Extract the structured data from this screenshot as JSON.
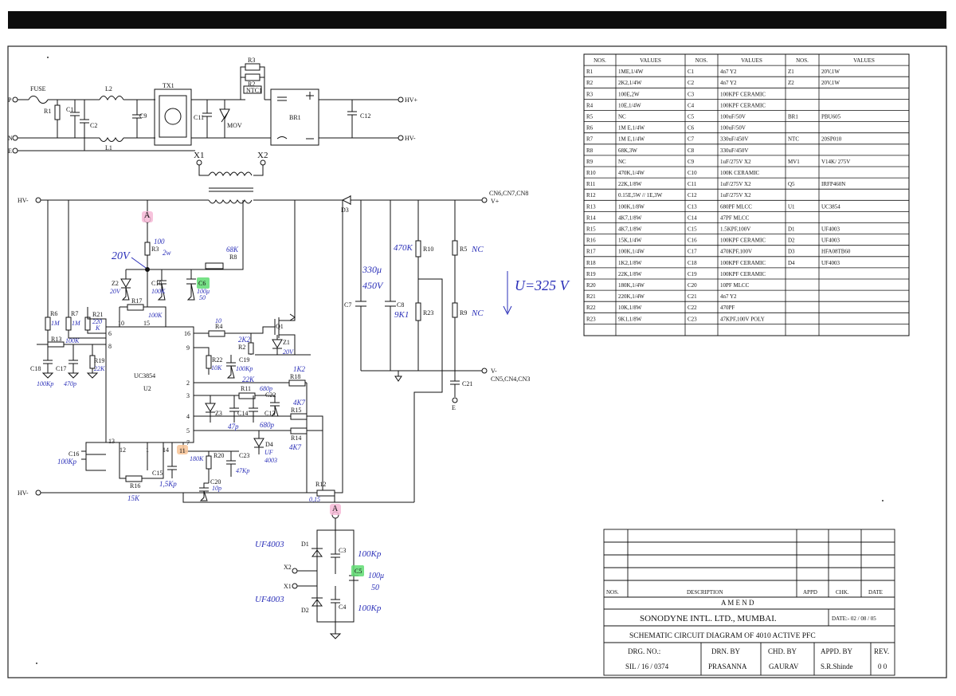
{
  "schematic": {
    "input_labels": {
      "p": "P",
      "n": "N",
      "e": "E"
    },
    "fuse": "FUSE",
    "parts": {
      "r1": "R1",
      "c1": "C1",
      "c2": "C2",
      "l2": "L2",
      "l1": "L1",
      "c9": "C9",
      "tx1": "TX1",
      "c11": "C11",
      "r3": "R3",
      "r2": "R2",
      "ntc1": "NTC1",
      "mov": "MOV",
      "br1": "BR1",
      "c12": "C12",
      "x1": "X1",
      "x2": "X2",
      "d3": "D3",
      "r10": "R10",
      "r5": "R5",
      "r9": "R9",
      "r23": "R23",
      "c7": "C7",
      "c8": "C8",
      "c21": "C21",
      "r6": "R6",
      "r7": "R7",
      "r21": "R21",
      "r13": "R13",
      "c18": "C18",
      "c17": "C17",
      "r19": "R19",
      "r17": "R17",
      "c10": "C10",
      "c6": "C6",
      "z2": "Z2",
      "r8": "R8",
      "r4": "R4",
      "q1": "Q1",
      "z1": "Z1",
      "r22": "R22",
      "c19": "C19",
      "r18": "R18",
      "r11": "R11",
      "c22": "C22",
      "z3": "Z3",
      "c14": "C14",
      "c13": "C13",
      "r15": "R15",
      "r14": "R14",
      "d4": "D4",
      "r20": "R20",
      "c23": "C23",
      "c20": "C20",
      "c16": "C16",
      "r16": "R16",
      "c15": "C15",
      "r12": "R12",
      "d1": "D1",
      "d2": "D2",
      "c3": "C3",
      "c4": "C4",
      "c5": "C5",
      "x2b": "X2",
      "x1b": "X1"
    },
    "ic_name": "UC3854",
    "ic_ref": "U2",
    "ic_pins": [
      "10",
      "15",
      "16",
      "6",
      "8",
      "9",
      "2",
      "3",
      "4",
      "5",
      "7",
      "13",
      "12",
      "1",
      "14",
      "11"
    ],
    "rails": {
      "hv_pos_out": "HV+",
      "hv_neg_out": "HV-",
      "hv_in_left": "HV-",
      "hv_in_bottom": "HV-",
      "v_pos": "V+",
      "v_pos_conn": "CN6,CN7,CN8",
      "v_neg": "V-",
      "v_neg_conn": "CN5,CN4,CN3",
      "e_bottom": "E"
    },
    "node_a": "A",
    "handwritten": {
      "v20": "20V",
      "r3_val": "100",
      "r3_w": "2w",
      "r8_val": "68K",
      "z2_val": "20V",
      "c10_val": "100K",
      "c6_val": "100μ",
      "c6_v": "50",
      "r6_val": "1M",
      "r7_val": "1M",
      "r21_val": "220",
      "r21_val2": "K",
      "r13_val": "100K",
      "c18_val": "100Kp",
      "c17_val": "470p",
      "r19_val": "22K",
      "r17_val": "100K",
      "r4_val": "10",
      "r2_val": "2K2",
      "z1_val": "20V",
      "r22_val": "10K",
      "c19_val": "100Kp",
      "r18_val": "1K2",
      "r11_val": "22K",
      "c22_val": "680p",
      "c22_val2": "4K7",
      "c14_val": "47p",
      "c13_val": "680p",
      "r14_val": "4K7",
      "d4_val": "UF",
      "d4_val2": "4003",
      "r20_val": "180K",
      "c23_val": "47Kp",
      "c20_val": "10p",
      "c16_val": "100Kp",
      "r16_val": "15K",
      "c15_val": "1,5Kp",
      "r12_val": "0,15",
      "c7_val": "330μ",
      "c7_v": "450V",
      "r10_val": "470K",
      "r5_val": "NC",
      "r9_val": "NC",
      "c8_val": "9K1",
      "voltage_note": "U=325 V",
      "d1_val": "UF4003",
      "d2_val": "UF4003",
      "c3_val": "100Kp",
      "c5_val": "100μ",
      "c5_v": "50",
      "c4_val": "100Kp"
    }
  },
  "bom": {
    "headers": [
      "NOS.",
      "VALUES",
      "NOS.",
      "VALUES",
      "NOS.",
      "VALUES"
    ],
    "rows": [
      [
        "R1",
        "1ME,1/4W",
        "C1",
        "4n7 Y2",
        "Z1",
        "20V,1W"
      ],
      [
        "R2",
        "2K2,1/4W",
        "C2",
        "4n7 Y2",
        "Z2",
        "20V,1W"
      ],
      [
        "R3",
        "100E,2W",
        "C3",
        "100KPF CERAMIC",
        "",
        ""
      ],
      [
        "R4",
        "10E,1/4W",
        "C4",
        "100KPF CERAMIC",
        "",
        ""
      ],
      [
        "R5",
        "NC",
        "C5",
        "100uF/50V",
        "BR1",
        "PBU605"
      ],
      [
        "R6",
        "1M E,1/4W",
        "C6",
        "100uF/50V",
        "",
        ""
      ],
      [
        "R7",
        "1M E,1/4W",
        "C7",
        "330uF/450V",
        "NTC",
        "20SP010"
      ],
      [
        "R8",
        "68K,3W",
        "C8",
        "330uF/450V",
        "",
        ""
      ],
      [
        "R9",
        "NC",
        "C9",
        "1uF/275V X2",
        "MV1",
        "V14K/ 275V"
      ],
      [
        "R10",
        "470K,1/4W",
        "C10",
        "100K CERAMIC",
        "",
        ""
      ],
      [
        "R11",
        "22K,1/8W",
        "C11",
        "1uF/275V X2",
        "Q5",
        "IRFP460N"
      ],
      [
        "R12",
        "0.15E,5W // 1E,3W",
        "C12",
        "1uF/275V X2",
        "",
        ""
      ],
      [
        "R13",
        "100K,1/8W",
        "C13",
        "680PF MLCC",
        "U1",
        "UC3854"
      ],
      [
        "R14",
        "4K7,1/8W",
        "C14",
        "47PF MLCC",
        "",
        ""
      ],
      [
        "R15",
        "4K7,1/8W",
        "C15",
        "1.5KPF,100V",
        "D1",
        "UF4003"
      ],
      [
        "R16",
        "15K,1/4W",
        "C16",
        "100KPF CERAMIC",
        "D2",
        "UF4003"
      ],
      [
        "R17",
        "100K,1/4W",
        "C17",
        "470KPF,100V",
        "D3",
        "HFA08TB60"
      ],
      [
        "R18",
        "1K2,1/8W",
        "C18",
        "100KPF CERAMIC",
        "D4",
        "UF4003"
      ],
      [
        "R19",
        "22K,1/8W",
        "C19",
        "100KPF CERAMIC",
        "",
        ""
      ],
      [
        "R20",
        "180K,1/4W",
        "C20",
        "10PF MLCC",
        "",
        ""
      ],
      [
        "R21",
        "220K,1/4W",
        "C21",
        "4n7 Y2",
        "",
        ""
      ],
      [
        "R22",
        "10K,1/8W",
        "C22",
        "470PF",
        "",
        ""
      ],
      [
        "R23",
        "9K1,1/8W",
        "C23",
        "47KPF,100V POLY",
        "",
        ""
      ],
      [
        "",
        "",
        "",
        "",
        "",
        ""
      ]
    ]
  },
  "title_block": {
    "amend_headers": [
      "NOS.",
      "DESCRIPTION",
      "APPD",
      "CHK.",
      "DATE"
    ],
    "amend": "A M E N D",
    "company": "SONODYNE INTL. LTD., MUMBAI.",
    "date": "DATE:- 02 / 08 / 05",
    "title": "SCHEMATIC CIRCUIT DIAGRAM OF 4010 ACTIVE PFC",
    "drg_label": "DRG. NO.:",
    "drg_value": "SIL / 16 / 0374",
    "drn_label": "DRN. BY",
    "drn_value": "PRASANNA",
    "chd_label": "CHD. BY",
    "chd_value": "GAURAV",
    "appd_label": "APPD. BY",
    "appd_value": "S.R.Shinde",
    "rev_label": "REV.",
    "rev_value": "0 0"
  },
  "colors": {
    "ink": "#111111",
    "handwriting": "#2a2fb8",
    "node_highlight": "#f6b8d6",
    "pin_highlight": "#f8c79b",
    "cap_highlight": "#5fdc72"
  }
}
